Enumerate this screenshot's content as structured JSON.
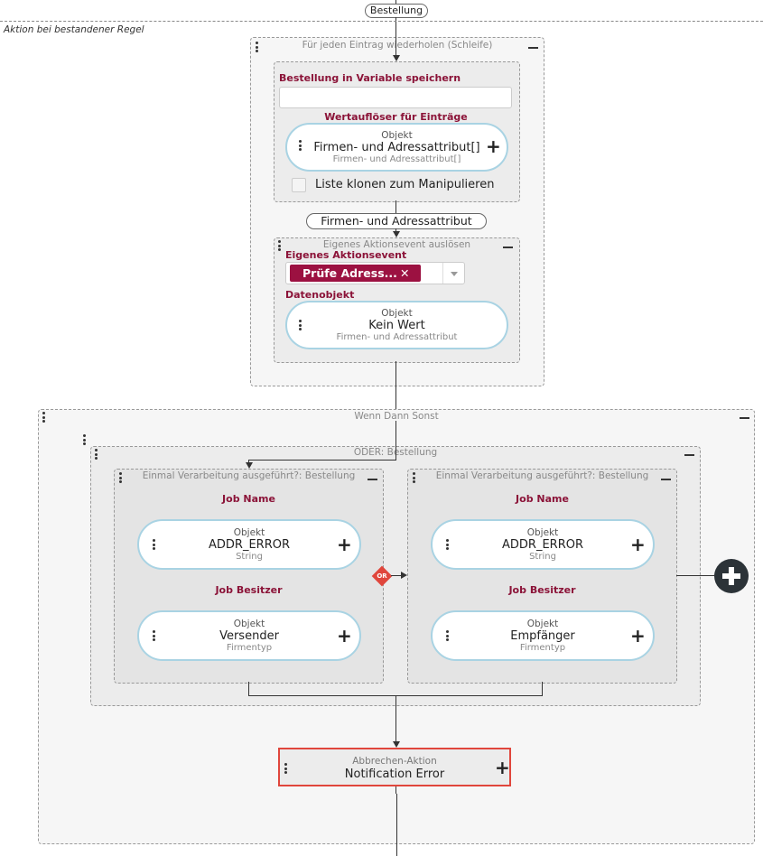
{
  "top_connector_label": "Bestellung",
  "section_label": "Aktion bei bestandener Regel",
  "loop": {
    "title": "Für jeden Eintrag wiederholen (Schleife)",
    "inner": {
      "variable_label": "Bestellung in Variable speichern",
      "variable_value": "",
      "resolver_label": "Wertauflöser für Einträge",
      "resolver": {
        "type": "Objekt",
        "name": "Firmen- und Adressattribut[]",
        "sub": "Firmen- und Adressattribut[]"
      },
      "clone_label": "Liste klonen zum Manipulieren"
    },
    "connector_label": "Firmen- und Adressattribut",
    "event": {
      "title": "Eigenes Aktionsevent auslösen",
      "event_label": "Eigenes Aktionsevent",
      "event_chip": "Prüfe Adress...",
      "chip_remove": "✕",
      "dataobject_label": "Datenobjekt",
      "dataobject": {
        "type": "Objekt",
        "name": "Kein Wert",
        "sub": "Firmen- und Adressattribut"
      }
    }
  },
  "condition": {
    "title": "Wenn Dann Sonst",
    "or_group": {
      "title": "ODER: Bestellung",
      "or_badge": "OR",
      "left": {
        "title": "Einmal Verarbeitung ausgeführt?: Bestellung",
        "job_name_label": "Job Name",
        "job_name": {
          "type": "Objekt",
          "name": "ADDR_ERROR",
          "sub": "String"
        },
        "job_owner_label": "Job Besitzer",
        "job_owner": {
          "type": "Objekt",
          "name": "Versender",
          "sub": "Firmentyp"
        }
      },
      "right": {
        "title": "Einmal Verarbeitung ausgeführt?: Bestellung",
        "job_name_label": "Job Name",
        "job_name": {
          "type": "Objekt",
          "name": "ADDR_ERROR",
          "sub": "String"
        },
        "job_owner_label": "Job Besitzer",
        "job_owner": {
          "type": "Objekt",
          "name": "Empfänger",
          "sub": "Firmentyp"
        }
      }
    },
    "cancel": {
      "type": "Abbrechen-Aktion",
      "name": "Notification Error"
    }
  },
  "colors": {
    "accent": "#8b1338",
    "object_border": "#a9d3e3",
    "cancel_border": "#e0463c",
    "or_badge": "#e0463c"
  }
}
